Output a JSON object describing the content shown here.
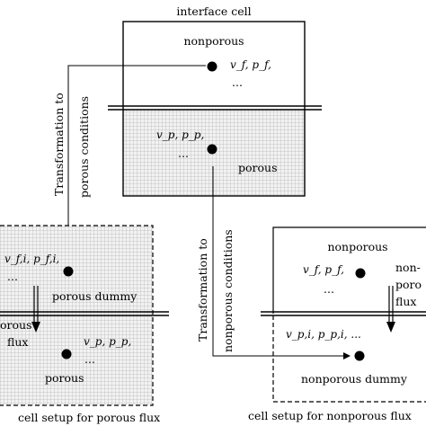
{
  "title": "interface cell",
  "interface_cell": {
    "upper_label": "nonporous",
    "upper_vars": "v_f, p_f,",
    "upper_dots": "...",
    "lower_vars": "v_p, p_p,",
    "lower_dots": "...",
    "lower_label": "porous"
  },
  "arrow_left_label": [
    "Transformation to",
    "porous conditions"
  ],
  "arrow_right_label": [
    "Transformation to",
    "nonporous conditions"
  ],
  "porous_setup": {
    "upper_vars": "v_f,i, p_f,i,",
    "upper_dots": "...",
    "dummy_label": "porous dummy",
    "flux_label": [
      "orous",
      "flux"
    ],
    "lower_vars": "v_p, p_p,",
    "lower_dots": "...",
    "lower_label": "porous",
    "caption": "cell setup for porous flux"
  },
  "nonporous_setup": {
    "upper_label": "nonporous",
    "upper_vars": "v_f, p_f,",
    "upper_dots": "...",
    "flux_label": [
      "non-",
      "poro",
      "flux"
    ],
    "lower_vars": "v_p,i, p_p,i, ...",
    "dummy_label": "nonporous dummy",
    "caption": "cell setup for nonporous flux"
  }
}
